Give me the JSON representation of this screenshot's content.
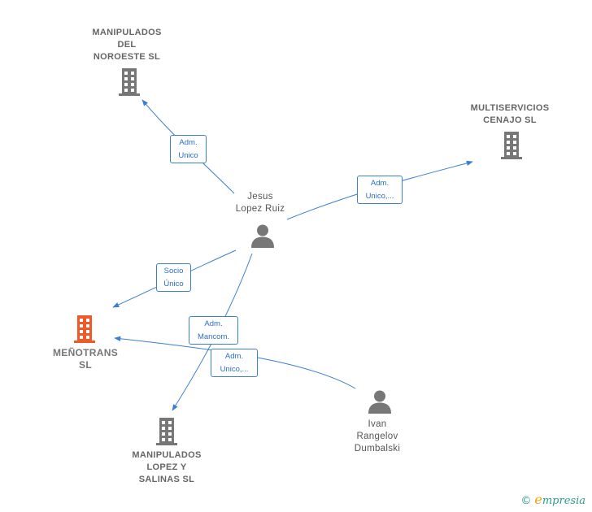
{
  "colors": {
    "edge": "#3a7fd0",
    "company": "#777777",
    "focus_company": "#f05a28",
    "person": "#777777"
  },
  "nodes": {
    "manipulados_noroeste": {
      "lines": [
        "MANIPULADOS",
        "DEL",
        "NOROESTE SL"
      ],
      "icon": "building-icon"
    },
    "multiservicios": {
      "lines": [
        "MULTISERVICIOS",
        "CENAJO  SL"
      ],
      "icon": "building-icon"
    },
    "jesus": {
      "lines": [
        "Jesus",
        "Lopez Ruiz"
      ],
      "icon": "person-icon"
    },
    "menotrans": {
      "lines": [
        "MEÑOTRANS",
        "SL"
      ],
      "icon": "building-icon"
    },
    "manipulados_lopez": {
      "lines": [
        "MANIPULADOS",
        "LOPEZ Y",
        "SALINAS  SL"
      ],
      "icon": "building-icon"
    },
    "ivan": {
      "lines": [
        "Ivan",
        "Rangelov",
        "Dumbalski"
      ],
      "icon": "person-icon"
    }
  },
  "edges": {
    "e1": {
      "lines": [
        "Adm.",
        "Unico"
      ]
    },
    "e2": {
      "lines": [
        "Adm.",
        "Unico,..."
      ]
    },
    "e3": {
      "lines": [
        "Socio",
        "Único"
      ]
    },
    "e4": {
      "lines": [
        "Adm.",
        "Mancom."
      ]
    },
    "e5": {
      "lines": [
        "Adm.",
        "Unico,..."
      ]
    }
  },
  "footer": {
    "copyright": "©",
    "brand_initial": "e",
    "brand_rest": "mpresia"
  }
}
